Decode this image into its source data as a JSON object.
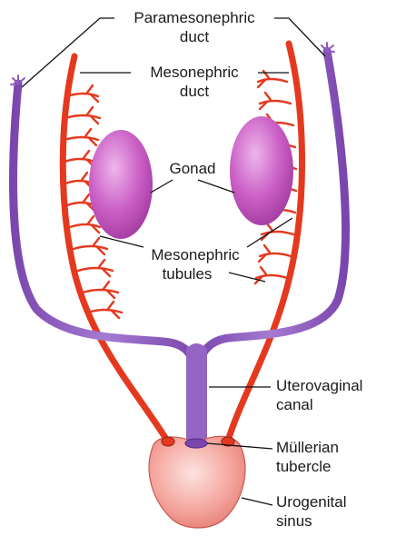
{
  "labels": {
    "paramesonephric_1": "Paramesonephric",
    "paramesonephric_2": "duct",
    "mesonephric_1": "Mesonephric",
    "mesonephric_2": "duct",
    "gonad": "Gonad",
    "tubules_1": "Mesonephric",
    "tubules_2": "tubules",
    "uterovaginal_1": "Uterovaginal",
    "uterovaginal_2": "canal",
    "mullerian_1": "Müllerian",
    "mullerian_2": "tubercle",
    "urogenital_1": "Urogenital",
    "urogenital_2": "sinus"
  },
  "colors": {
    "mesonephric_duct": "#e5391f",
    "paramesonephric_duct": "#8e5bbf",
    "gonad": "#c14fbc",
    "sinus": "#f2928a",
    "leader": "#111111"
  }
}
